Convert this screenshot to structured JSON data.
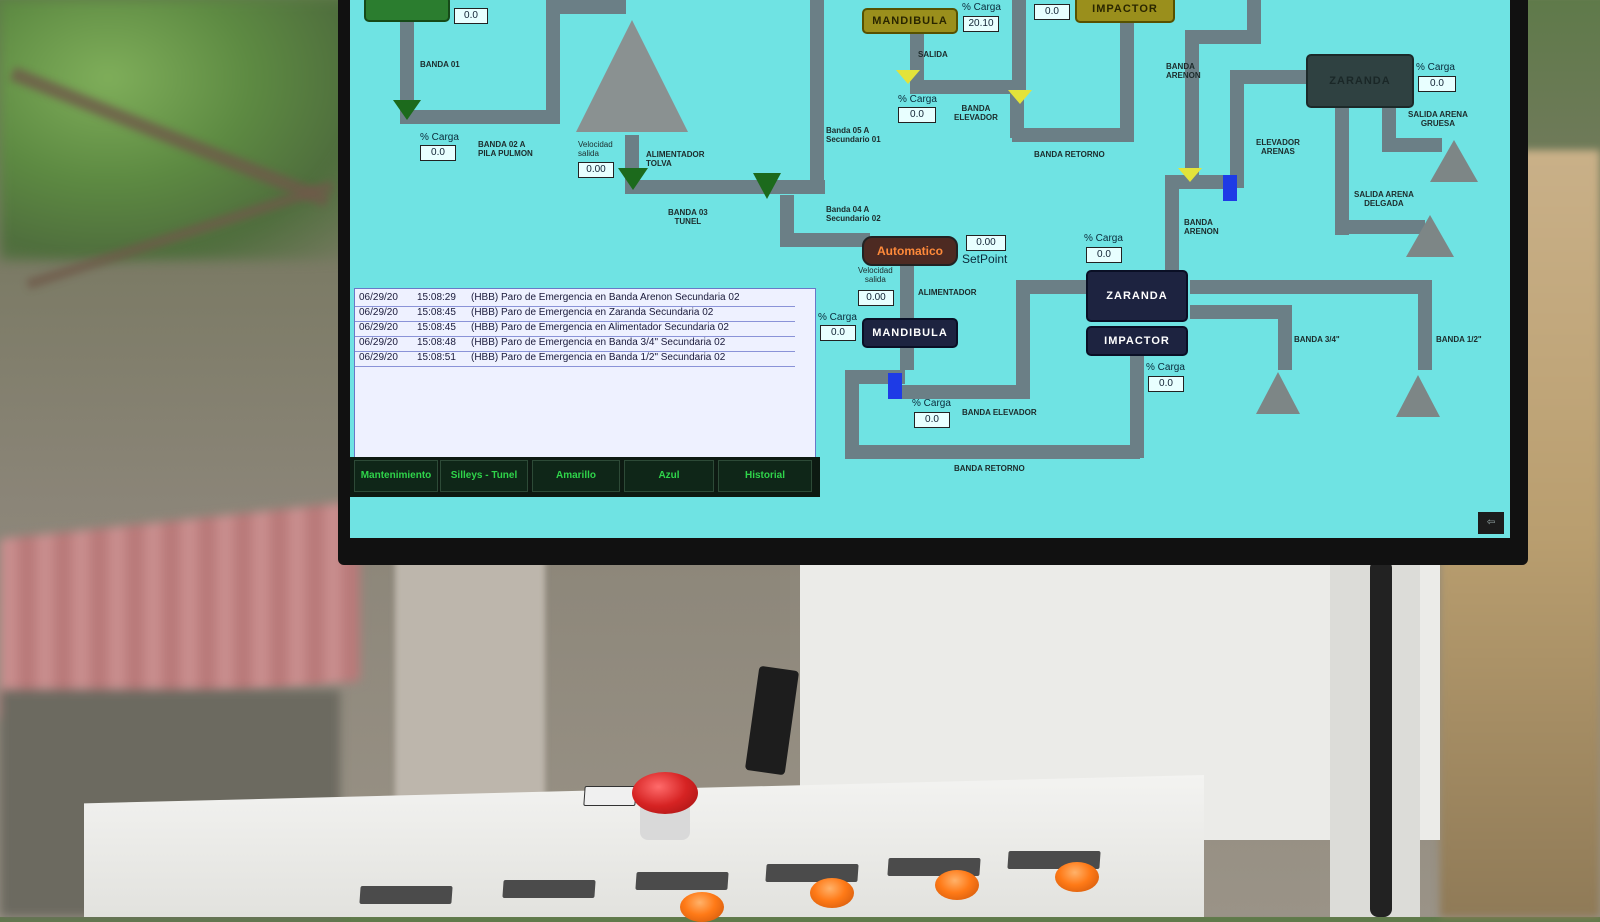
{
  "hmi": {
    "process_top": {
      "banda01": "BANDA 01",
      "banda02": "BANDA 02 A\nPILA PULMON",
      "carga_label": "% Carga",
      "carga01_value": "0.0",
      "carga02_value": "0.0",
      "velocidad_label": "Velocidad\nsalida",
      "velocidad_value": "0.00",
      "alimentador_tolva": "ALIMENTADOR\nTOLVA",
      "banda03": "BANDA 03\nTUNEL",
      "banda05": "Banda 05 A\nSecundario 01",
      "banda04": "Banda 04 A\nSecundario 02",
      "mandibula_top_label": "MANDIBULA",
      "mandibula_top_pct_label": "% Carga",
      "mandibula_top_pct_value": "20.10",
      "salida_label": "SALIDA",
      "mandibula_carga_value": "0.0",
      "banda_elevador": "BANDA\nELEVADOR",
      "impactor_top_label": "IMPACTOR",
      "impactor_top_carga_value": "0.0",
      "banda_retorno_top": "BANDA RETORNO",
      "banda_arenon_top": "BANDA\nARENON",
      "zaranda_top_label": "ZARANDA",
      "zaranda_top_carga_value": "0.0",
      "salida_arena_gruesa": "SALIDA ARENA\nGRUESA",
      "elevador_arenas": "ELEVADOR\nARENAS",
      "salida_arena_delgada": "SALIDA ARENA\nDELGADA",
      "banda_arenon_mid": "BANDA\nARENON"
    },
    "process_bottom": {
      "auto_label": "Automatico",
      "setpoint_value": "0.00",
      "setpoint_label": "SetPoint",
      "velocidad_salida_label": "Velocidad\nsalida",
      "velocidad_salida_value": "0.00",
      "alimentador_label": "ALIMENTADOR",
      "mandibula_label": "MANDIBULA",
      "mandibula_carga_value": "0.0",
      "zaranda_label": "ZARANDA",
      "zaranda_carga_value": "0.0",
      "impactor_label": "IMPACTOR",
      "impactor_carga_value": "0.0",
      "banda_elevador_value": "0.0",
      "banda_elevador_label": "BANDA ELEVADOR",
      "banda_retorno_label": "BANDA RETORNO",
      "banda_34": "BANDA 3/4\"",
      "banda_12": "BANDA 1/2\""
    },
    "alarms": [
      {
        "date": "06/29/20",
        "time": "15:08:29",
        "msg": "(HBB) Paro de Emergencia en Banda Arenon Secundaria 02"
      },
      {
        "date": "06/29/20",
        "time": "15:08:45",
        "msg": "(HBB) Paro de Emergencia en Zaranda Secundaria 02"
      },
      {
        "date": "06/29/20",
        "time": "15:08:45",
        "msg": "(HBB) Paro de Emergencia en Alimentador Secundaria 02"
      },
      {
        "date": "06/29/20",
        "time": "15:08:48",
        "msg": "(HBB) Paro de Emergencia en Banda 3/4\" Secundaria 02"
      },
      {
        "date": "06/29/20",
        "time": "15:08:51",
        "msg": "(HBB) Paro de Emergencia en Banda 1/2\" Secundaria 02"
      }
    ],
    "tabs": [
      "Mantenimiento",
      "Silleys - Tunel",
      "Amarillo",
      "Azul",
      "Historial"
    ]
  },
  "colors": {
    "screen_bg": "#6fe3e3",
    "machine_dark": "#1d2340",
    "machine_olive": "#9a8f1c",
    "tab_text": "#2fd44a"
  },
  "icons": {
    "emergency_stop": "emergency-stop-icon",
    "orange_buttons": "push-button-icon",
    "exit": "exit-icon"
  }
}
